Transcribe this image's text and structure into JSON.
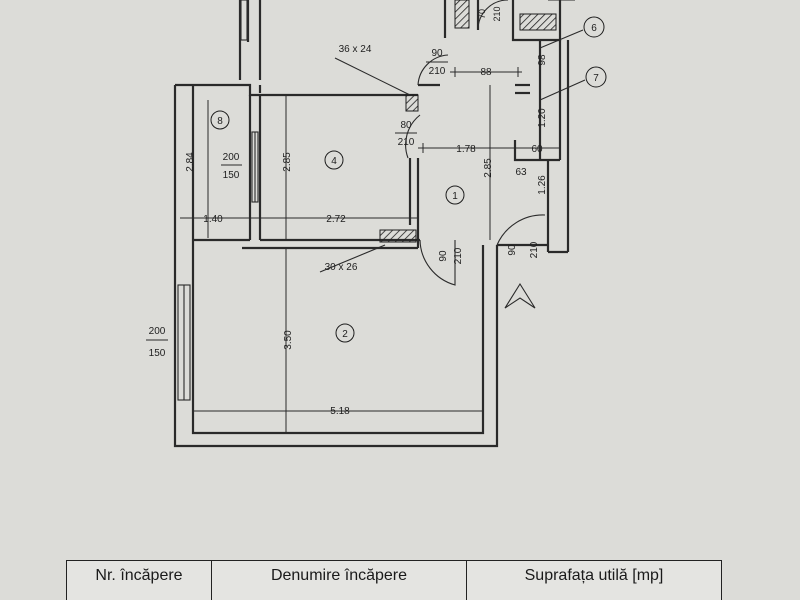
{
  "rooms": [
    {
      "id": "1"
    },
    {
      "id": "2"
    },
    {
      "id": "4"
    },
    {
      "id": "6"
    },
    {
      "id": "7"
    },
    {
      "id": "8"
    }
  ],
  "dimensions": {
    "d_5_18": "5.18",
    "d_3_50": "3.50",
    "d_2_72": "2.72",
    "d_1_40": "1.40",
    "d_2_84": "2.84",
    "d_2_85a": "2.85",
    "d_2_85b": "2.85",
    "d_1_78": "1.78",
    "d_88": "88",
    "d_60": "60",
    "d_63": "63",
    "d_98": "98",
    "d_1_20": "1.20",
    "d_1_26": "1.26"
  },
  "openings": {
    "win_top_a": "200",
    "win_top_b": "150",
    "win_left_a": "200",
    "win_left_b": "150",
    "door_top_a": "90",
    "door_top_b": "210",
    "door_mid_a": "80",
    "door_mid_b": "210",
    "door_low_a": "90",
    "door_low_b": "210",
    "door_entry_a": "90",
    "door_entry_b": "210",
    "door_small_a": "70",
    "door_small_b": "210"
  },
  "ducts": {
    "duct_a": "36 x 24",
    "duct_b": "30 x 26"
  },
  "table": {
    "headers": [
      "Nr. încăpere",
      "Denumire încăpere",
      "Suprafața utilă [mp]"
    ]
  }
}
